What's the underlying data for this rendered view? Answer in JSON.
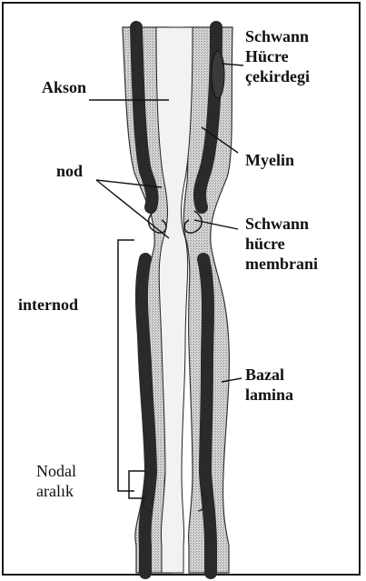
{
  "labels": {
    "akson": "Akson",
    "nod": "nod",
    "internod": "internod",
    "nodal_line1": "Nodal",
    "nodal_line2": "aralık",
    "schwann_nucleus_line1": "Schwann",
    "schwann_nucleus_line2": "Hücre",
    "schwann_nucleus_line3": "çekirdegi",
    "myelin": "Myelin",
    "schwann_membrane_line1": "Schwann",
    "schwann_membrane_line2": "hücre",
    "schwann_membrane_line3": "membrani",
    "basal_line1": "Bazal",
    "basal_line2": "lamina"
  },
  "colors": {
    "myelin_dark": "#2a2a2a",
    "myelin_mid": "#6a6a6a",
    "axon_light": "#d8d8d8",
    "background": "#ffffff",
    "line": "#111111"
  }
}
